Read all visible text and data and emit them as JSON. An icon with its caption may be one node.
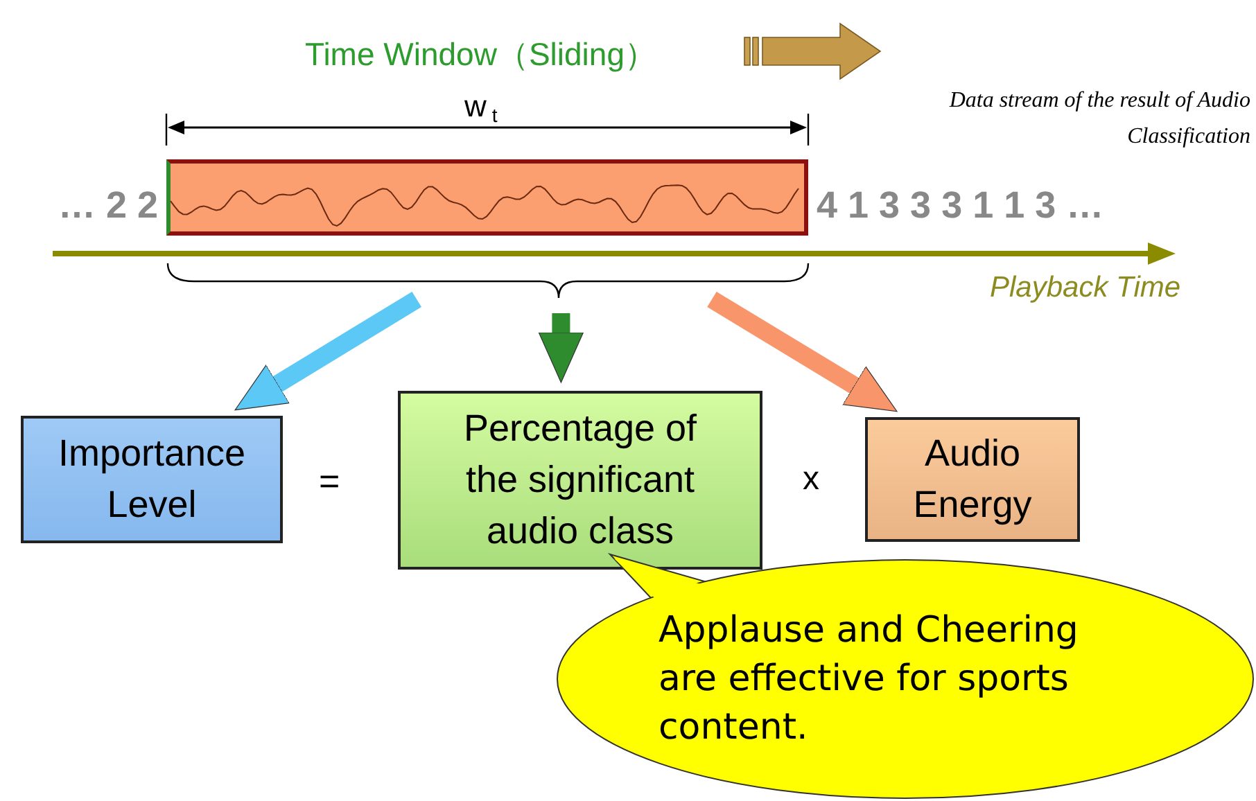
{
  "diagram": {
    "nodes": [
      {
        "text": [],
        "shape": "box",
        "beside": [
          "… 2 2",
          "4 1 3 3 3 1 1 3 …"
        ]
      },
      {
        "text": [
          "Importance Level"
        ]
      },
      {
        "text": [
          "Percentage of the significant audio class"
        ]
      },
      {
        "text": [
          "Audio Energy"
        ]
      },
      {
        "text": [
          "Applause and Cheering are effective for sports content."
        ]
      }
    ],
    "edges": [
      {
        "from": 0,
        "to": 1,
        "arrow": "to",
        "color": "#5bc8f5"
      },
      {
        "from": 0,
        "to": 2,
        "arrow": "to",
        "color": "#2e8b2e"
      },
      {
        "from": 0,
        "to": 3,
        "arrow": "to",
        "color": "#f8956a"
      }
    ],
    "labels": [
      "Time Window（Sliding）",
      "w$_{t}$",
      "Data stream of the result of Audio Classification",
      "Playback Time",
      "=",
      "x"
    ]
  }
}
